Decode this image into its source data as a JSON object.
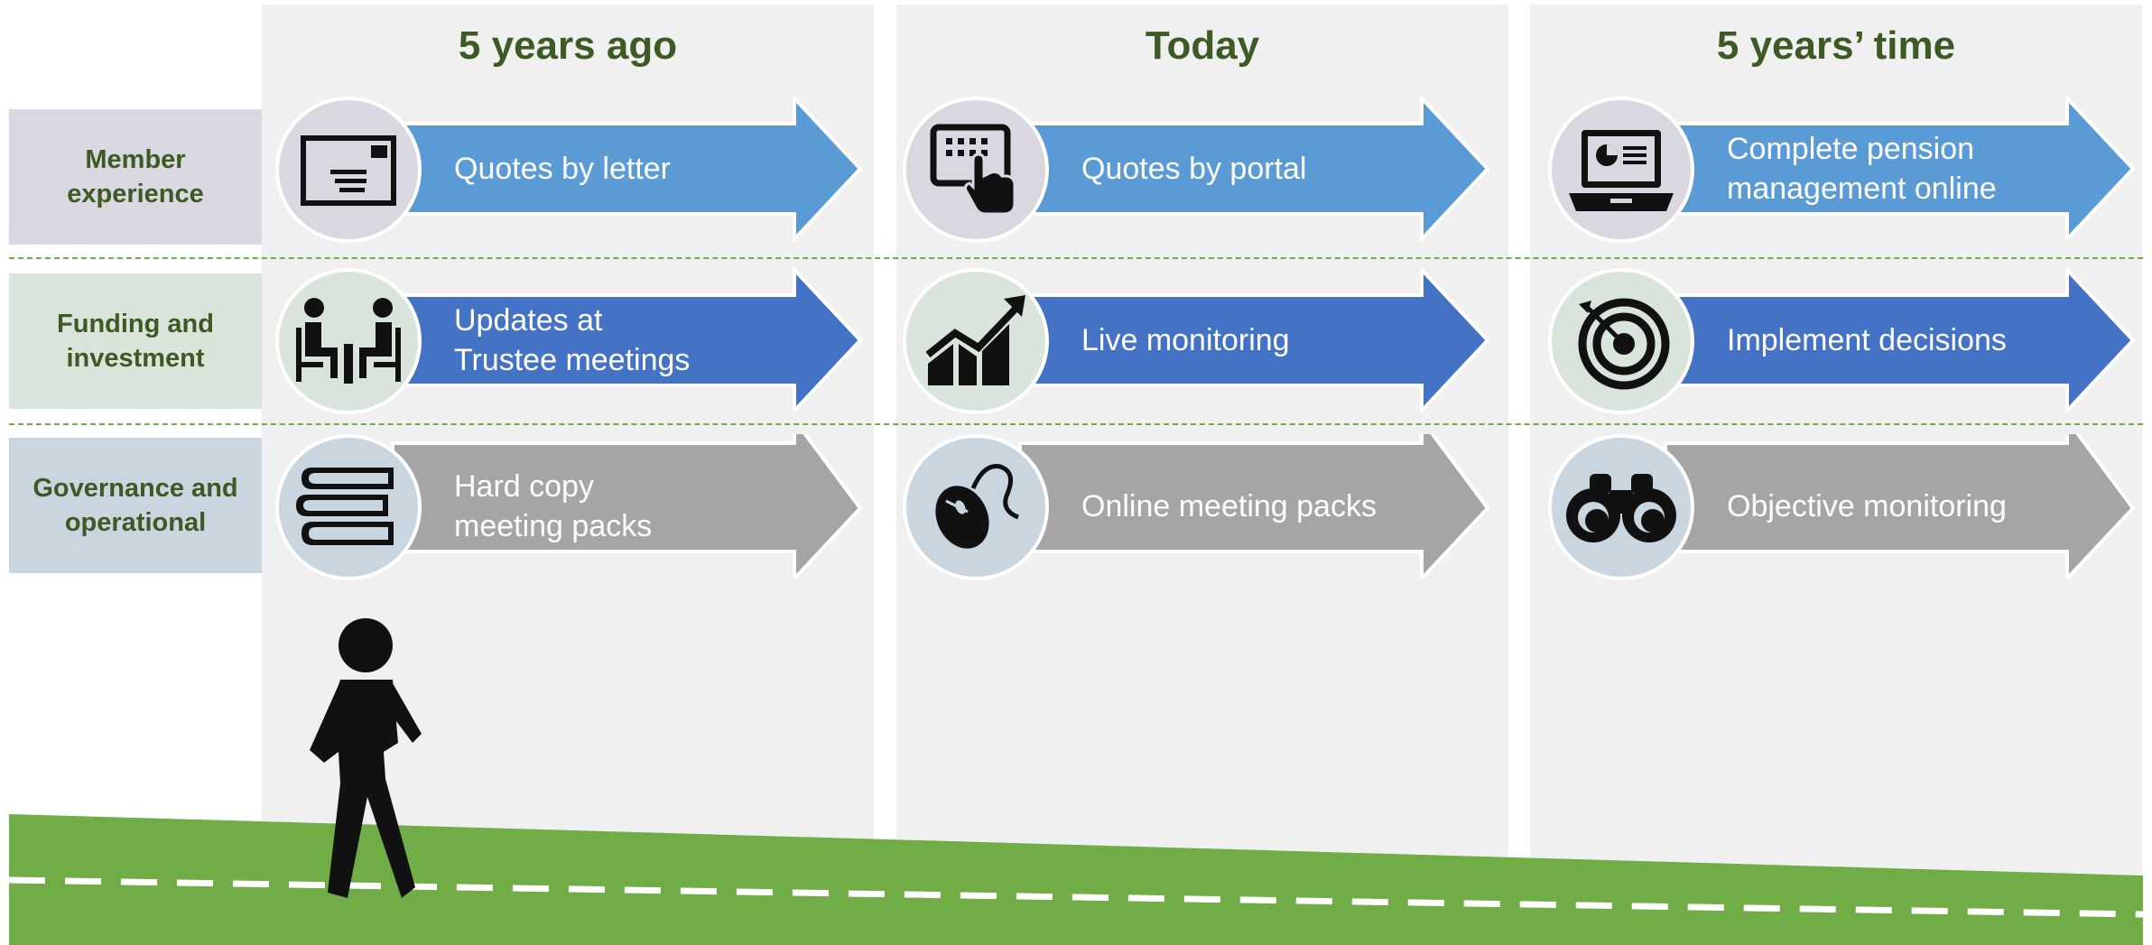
{
  "columns": [
    {
      "title": "5 years ago"
    },
    {
      "title": "Today"
    },
    {
      "title": "5 years’ time"
    }
  ],
  "rows": [
    {
      "label": "Member\nexperience",
      "bg": "#d9d8e0",
      "arrow_color": "#5b9bd5",
      "items": [
        {
          "text": "Quotes by letter",
          "icon": "envelope-icon"
        },
        {
          "text": "Quotes by portal",
          "icon": "touch-tablet-icon"
        },
        {
          "text": "Complete pension\nmanagement online",
          "icon": "laptop-dashboard-icon"
        }
      ]
    },
    {
      "label": "Funding and\ninvestment",
      "bg": "#d9e5db",
      "arrow_color": "#4472c4",
      "items": [
        {
          "text": "Updates at\nTrustee meetings",
          "icon": "meeting-people-icon"
        },
        {
          "text": "Live monitoring",
          "icon": "growth-chart-icon"
        },
        {
          "text": "Implement decisions",
          "icon": "target-icon"
        }
      ]
    },
    {
      "label": "Governance and\noperational",
      "bg": "#c9d6df",
      "arrow_color": "#a5a5a5",
      "items": [
        {
          "text": "Hard copy\nmeeting packs",
          "icon": "books-icon"
        },
        {
          "text": "Online meeting packs",
          "icon": "computer-mouse-icon"
        },
        {
          "text": "Objective monitoring",
          "icon": "binoculars-icon"
        }
      ]
    }
  ],
  "colors": {
    "title": "#3d5a24",
    "ground": "#70ad47",
    "divider": "#70ad47",
    "column_bg": "#f0f0f0"
  }
}
